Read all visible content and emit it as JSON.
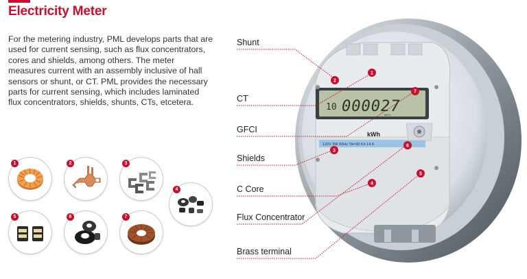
{
  "title": "Electricity Meter",
  "description": "For the metering industry, PML develops parts that are used for current sensing, such as flux concentrators, cores and shields, among others. The meter measures current with an assembly inclusive of hall sensors or shunt, or CT. PML provides the necessary parts for current sensing, which includes laminated flux concentrators, shields, shunts, CTs, etcetera.",
  "parts": [
    {
      "number": "1",
      "icon": "toroidal-core-icon"
    },
    {
      "number": "2",
      "icon": "shunt-icon"
    },
    {
      "number": "3",
      "icon": "c-core-icon"
    },
    {
      "number": "4",
      "icon": "flux-concentrator-icon"
    },
    {
      "number": "5",
      "icon": "brass-terminal-icon"
    },
    {
      "number": "6",
      "icon": "shield-ring-icon"
    },
    {
      "number": "7",
      "icon": "ct-coil-icon"
    }
  ],
  "labels": {
    "shunt": "Shunt",
    "ct": "CT",
    "gfci": "GFCI",
    "shields": "Shields",
    "c_core": "C Core",
    "flux_concentrator": "Flux Concentrator",
    "brass_terminal": "Brass terminal"
  },
  "meter": {
    "reading": "000027",
    "prefix": "10",
    "unit": "kWh",
    "sub": "kW h",
    "spec": "120V  3W  60Hz  TA=30  Kh  14.4",
    "callouts": [
      "1",
      "2",
      "3",
      "4",
      "5",
      "6",
      "7"
    ]
  },
  "colors": {
    "accent": "#c8102e"
  }
}
